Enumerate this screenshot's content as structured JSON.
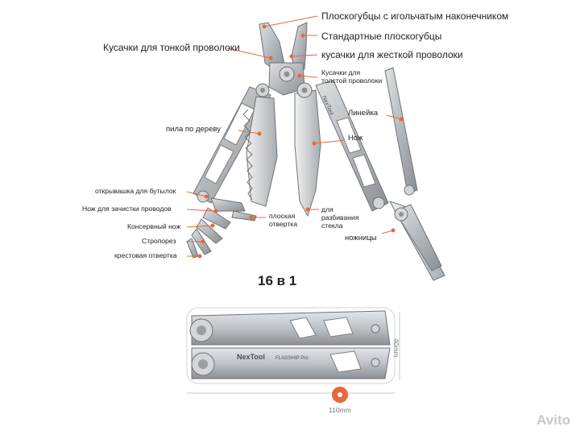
{
  "labels": {
    "needle_nose": "Плоскогубцы с игольчатым наконечником",
    "standard_pliers": "Стандартные плоскогубцы",
    "hard_wire_cutter": "кусачки для жесткой проволоки",
    "thin_wire_cutter": "Кусачки для тонкой проволоки",
    "thick_wire_cutter": "Кусачки для\nтолстой проволоки",
    "ruler": "Линейка",
    "knife": "Нож",
    "wood_saw": "пила по дереву",
    "bottle_opener": "открывашка для бутылок",
    "wire_stripper": "Нож для зачистки проводов",
    "can_opener": "Консервный нож",
    "strap_cutter": "Стропорез",
    "phillips": "крестовая отвертка",
    "flat_screwdriver": "плоская\nотвертка",
    "glass_breaker": "для\nразбивания\nстекла",
    "scissors": "ножницы"
  },
  "title": "16 в 1",
  "dimensions": {
    "height": "40mm",
    "width": "110mm"
  },
  "product": {
    "brand": "NexTool",
    "model": "FLAGSHIP Pro"
  },
  "watermark": "Avito",
  "colors": {
    "accent": "#e8683a",
    "steel": "#b5b9bd",
    "steel_dark": "#7d8287"
  }
}
